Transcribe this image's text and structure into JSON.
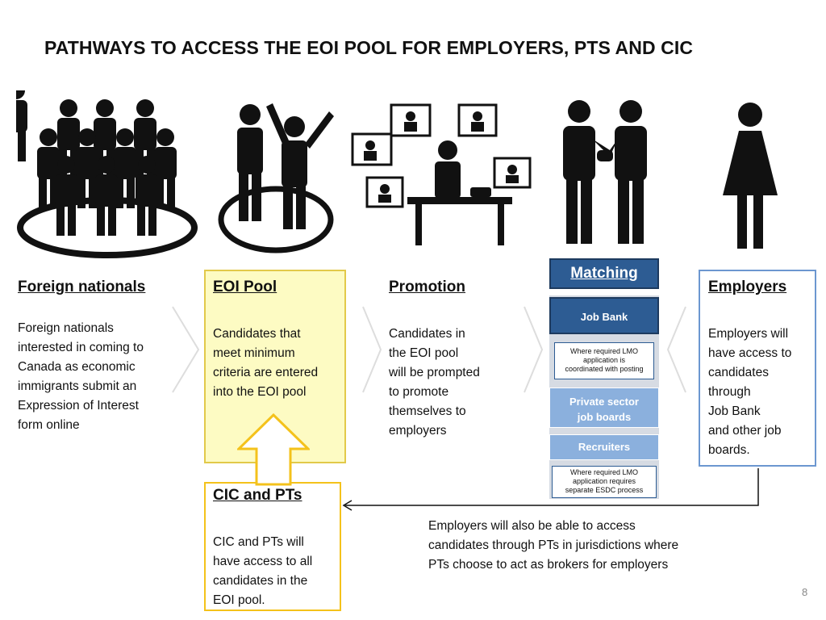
{
  "title": "PATHWAYS TO ACCESS THE EOI POOL FOR EMPLOYERS, PTS AND CIC",
  "columns": {
    "foreign_nationals": {
      "heading": "Foreign nationals",
      "lines": [
        "Foreign nationals",
        "interested in coming to",
        "Canada as economic",
        "immigrants submit an",
        "Expression of Interest",
        "form online"
      ]
    },
    "eoi_pool": {
      "heading": "EOI Pool",
      "lines": [
        "Candidates that",
        "meet minimum",
        "criteria are entered",
        "into the EOI pool"
      ]
    },
    "promotion": {
      "heading": "Promotion",
      "lines": [
        "Candidates in",
        "the EOI pool",
        "will be prompted",
        "to promote",
        "themselves to",
        "employers"
      ]
    },
    "matching": {
      "heading": "Matching",
      "job_bank": "Job Bank",
      "job_bank_note": [
        "Where required LMO",
        "application is",
        "coordinated with posting"
      ],
      "private_sector": [
        "Private sector",
        "job boards"
      ],
      "recruiters": "Recruiters",
      "recruiters_note": [
        "Where required LMO",
        "application requires",
        "separate ESDC process"
      ]
    },
    "employers": {
      "heading": "Employers",
      "lines": [
        "Employers will",
        "have access to",
        "candidates",
        "through",
        "Job Bank",
        "and other job",
        "boards."
      ]
    },
    "cic_pts": {
      "heading": "CIC and PTs",
      "lines": [
        "CIC and PTs will",
        "have access to all",
        "candidates in the",
        "EOI pool."
      ]
    }
  },
  "bottom_note": [
    "Employers will also be able to access",
    "candidates through PTs in jurisdictions where",
    "PTs choose to act as brokers for employers"
  ],
  "page_number": "8",
  "colors": {
    "eoi_fill": "#fdfbc3",
    "cic_border": "#f4c21b",
    "matching_blue": "#2d5c93",
    "light_blue": "#8bb0dd",
    "employer_border": "#6c97d0"
  }
}
